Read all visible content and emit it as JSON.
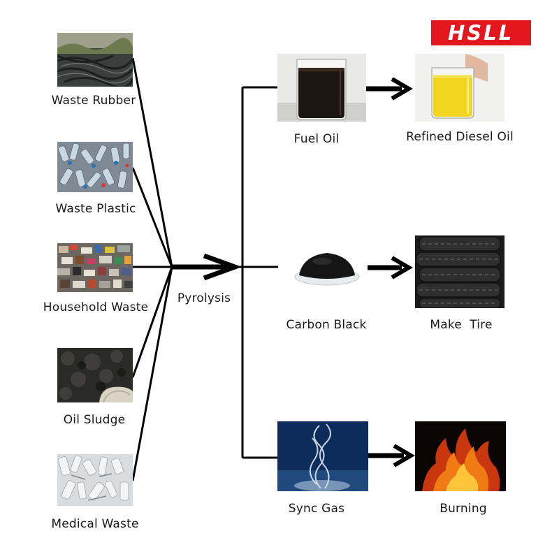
{
  "brand": {
    "logo_text": "HSLL",
    "color": "#e4161d"
  },
  "inputs": [
    {
      "label": "Waste Rubber",
      "image": "waste-rubber-photo"
    },
    {
      "label": "Waste Plastic",
      "image": "waste-plastic-photo"
    },
    {
      "label": "Household Waste",
      "image": "household-waste-photo"
    },
    {
      "label": "Oil Sludge",
      "image": "oil-sludge-photo"
    },
    {
      "label": "Medical Waste",
      "image": "medical-waste-photo"
    }
  ],
  "process": {
    "label": "Pyrolysis"
  },
  "products": [
    {
      "label": "Fuel Oil",
      "image": "fuel-oil-beaker-photo"
    },
    {
      "label": "Carbon Black",
      "image": "carbon-black-dish-photo"
    },
    {
      "label": "Sync Gas",
      "image": "smoke-photo"
    }
  ],
  "uses": [
    {
      "label": "Refined Diesel Oil",
      "image": "diesel-beaker-photo"
    },
    {
      "label": "Make  Tire",
      "image": "tire-stack-photo"
    },
    {
      "label": "Burning",
      "image": "flame-photo"
    }
  ],
  "colors": {
    "line": "#000000",
    "text": "#1a1a1a"
  }
}
